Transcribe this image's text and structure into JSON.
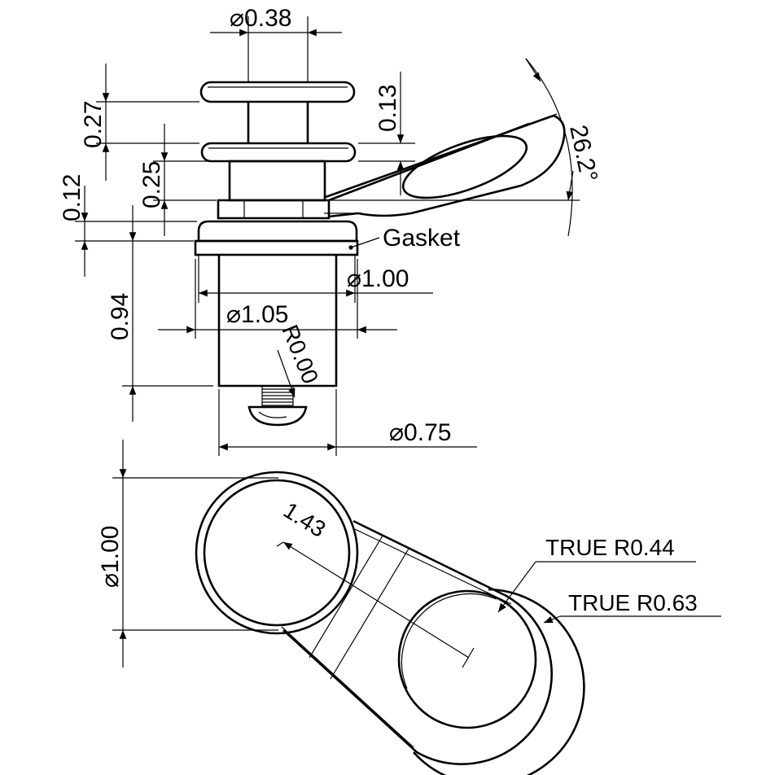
{
  "side_view": {
    "dimensions": {
      "top_shaft_diameter": "⌀0.38",
      "flange_spacing": "0.27",
      "tab_thickness": "0.13",
      "tab_angle": "26.2°",
      "lower_body_height": "0.25",
      "nut_height": "0.12",
      "barrel_length": "0.94",
      "gasket_outer_diameter": "⌀1.00",
      "barrel_flange_diameter": "⌀1.05",
      "tip_radius": "R0.00",
      "barrel_diameter": "⌀0.75"
    },
    "callouts": {
      "gasket": "Gasket"
    }
  },
  "top_view": {
    "dimensions": {
      "disk_diameter": "⌀1.00",
      "center_distance": "1.43",
      "inner_radius": "TRUE R0.44",
      "outer_radius": "TRUE R0.63"
    }
  }
}
